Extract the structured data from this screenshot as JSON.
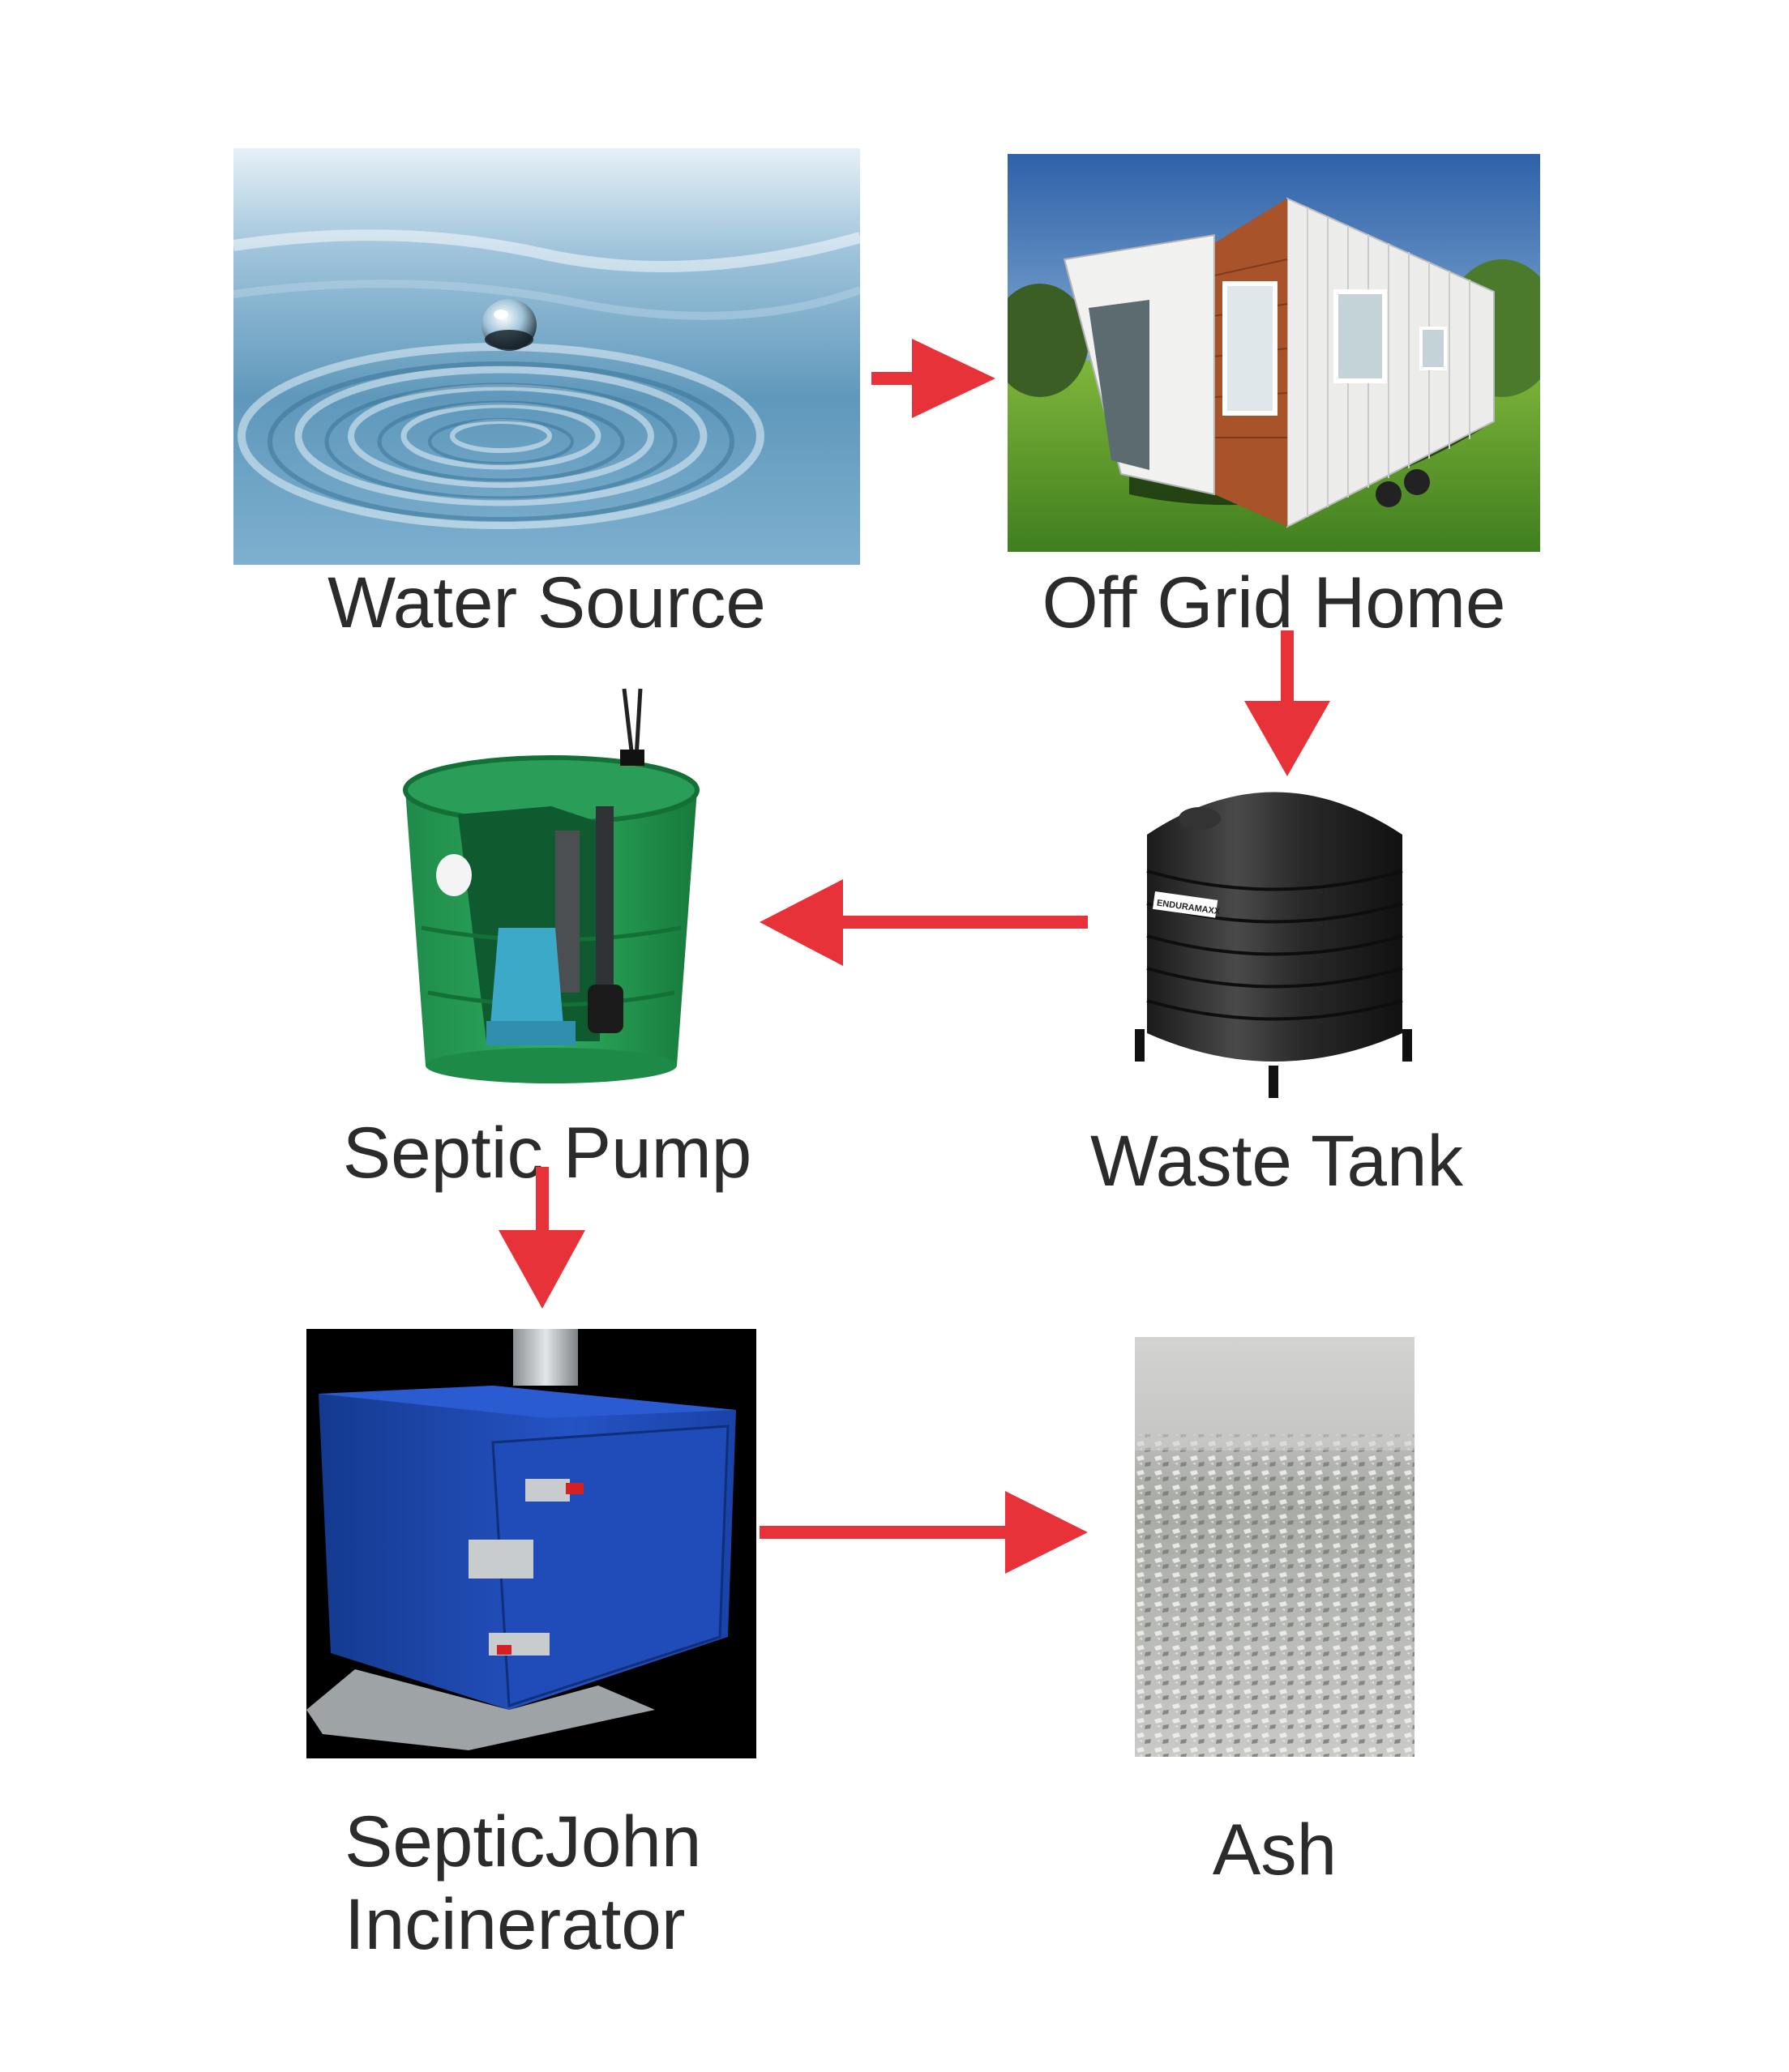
{
  "colors": {
    "arrow": "#e8323a",
    "label": "#2b2b2b",
    "background": "#ffffff"
  },
  "nodes": {
    "water_source": {
      "label": "Water Source",
      "image": "water-drop-photo"
    },
    "off_grid_home": {
      "label": "Off Grid Home",
      "image": "tiny-house-photo"
    },
    "waste_tank": {
      "label": "Waste Tank",
      "image": "black-tank-photo",
      "brand_mark": "ENDURAMAXX"
    },
    "septic_pump": {
      "label": "Septic Pump",
      "image": "sump-basin-photo"
    },
    "incinerator": {
      "label_line1": "SepticJohn",
      "label_line2": "Incinerator",
      "image": "blue-incinerator-photo"
    },
    "ash": {
      "label": "Ash",
      "image": "ash-pile-photo"
    }
  },
  "flow": [
    {
      "from": "water_source",
      "to": "off_grid_home"
    },
    {
      "from": "off_grid_home",
      "to": "waste_tank"
    },
    {
      "from": "waste_tank",
      "to": "septic_pump"
    },
    {
      "from": "septic_pump",
      "to": "incinerator"
    },
    {
      "from": "incinerator",
      "to": "ash"
    }
  ]
}
